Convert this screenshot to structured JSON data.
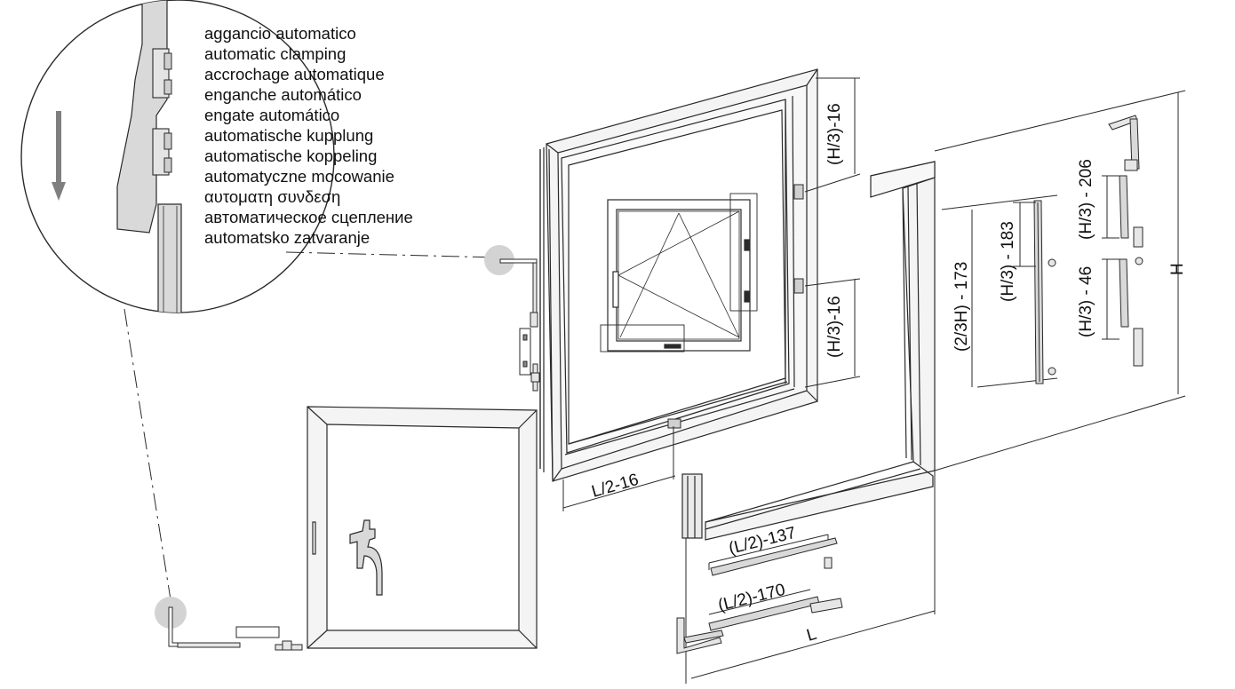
{
  "clamping_labels": [
    "aggancio automatico",
    "automatic clamping",
    "accrochage automatique",
    "enganche automático",
    "engate automático",
    "automatische kupplung",
    "automatische koppeling",
    "automatyczne mocowanie",
    "αυτοματη συνδεση",
    "автоматическое сцепление",
    "automatsko zatvaranje"
  ],
  "dimensions": {
    "h3_minus_16_top": "(H/3)-16",
    "h3_minus_16_bottom": "(H/3)-16",
    "l2_minus_16": "L/2-16",
    "l2_minus_137": "(L/2)-137",
    "l2_minus_170": "(L/2)-170",
    "l": "L",
    "h": "H",
    "two_thirds_h_minus_173": "(2/3H) - 173",
    "h3_minus_183": "(H/3) - 183",
    "h3_minus_206": "(H/3) - 206",
    "h3_minus_46": "(H/3) - 46"
  },
  "colors": {
    "line": "#2a2a2a",
    "frame_fill": "#f4f4f4",
    "profile_fill": "#d9d9d9",
    "highlight_circle": "#d3d3d3",
    "arrow": "#7f7f7f"
  }
}
